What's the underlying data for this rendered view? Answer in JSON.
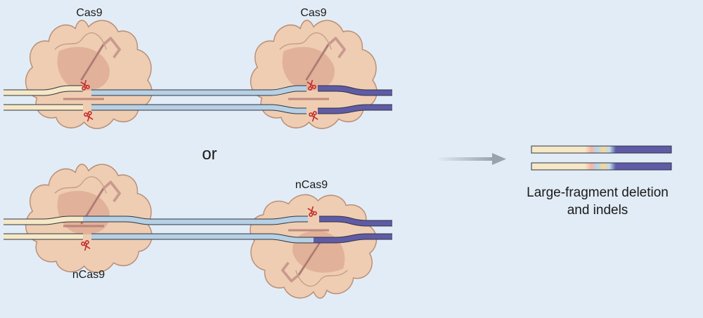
{
  "colors": {
    "background": "#e2ecf6",
    "protein_fill": "#efcdb2",
    "protein_stroke": "#b99079",
    "protein_core": "#d79a86",
    "dna_cream": "#f6e8c6",
    "dna_blue": "#b6d0e4",
    "dna_purple": "#5f5ba6",
    "dna_outline": "#2f3440",
    "cut_mark": "#c32a2a",
    "arrow": "#9aa3ad"
  },
  "labels": {
    "top_left_enzyme": "Cas9",
    "top_right_enzyme": "Cas9",
    "or": "or",
    "bottom_left_enzyme": "nCas9",
    "bottom_right_enzyme": "nCas9",
    "result_line1": "Large-fragment deletion",
    "result_line2": "and indels"
  },
  "icons": {
    "cleavage": "scissors-icon",
    "process_arrow": "right-arrow-icon"
  }
}
